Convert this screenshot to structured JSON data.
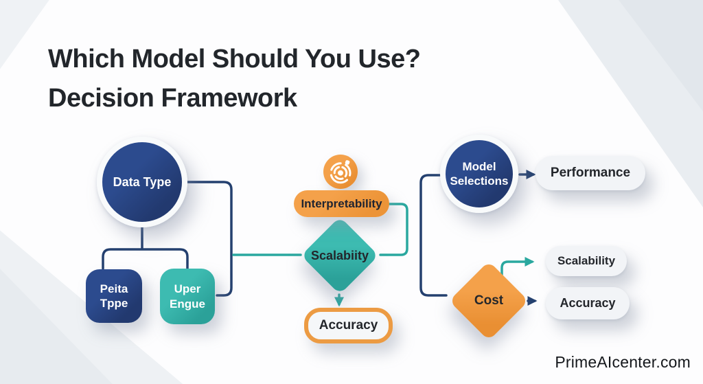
{
  "title": {
    "line1": "Which Model Should You Use?",
    "line2": "Decision Framework"
  },
  "nodes": {
    "data_type": {
      "label": "Data Type"
    },
    "data_child_1": {
      "line1": "Peita",
      "line2": "Tppe"
    },
    "data_child_2": {
      "line1": "Uper",
      "line2": "Engue"
    },
    "interpretability": {
      "label": "Interpretability",
      "icon": "target-rings-icon"
    },
    "scalability_diamond": {
      "label": "Scalabiity"
    },
    "accuracy_gate": {
      "label": "Accuracy"
    },
    "model_selections": {
      "line1": "Model",
      "line2": "Selections"
    },
    "performance": {
      "label": "Performance"
    },
    "cost": {
      "label": "Cost"
    },
    "scalability_pill": {
      "label": "Scalability"
    },
    "accuracy_pill": {
      "label": "Accuracy"
    }
  },
  "footer": {
    "brand": "PrimeAIcenter.com"
  },
  "colors": {
    "navy": "#27437f",
    "teal": "#35b4ab",
    "orange": "#f0993e",
    "line_navy": "#24406f",
    "line_teal": "#2aa89f",
    "pill_background": "#f2f4f7",
    "text_dark": "#23262b",
    "background_shape": "#e9edf1"
  }
}
